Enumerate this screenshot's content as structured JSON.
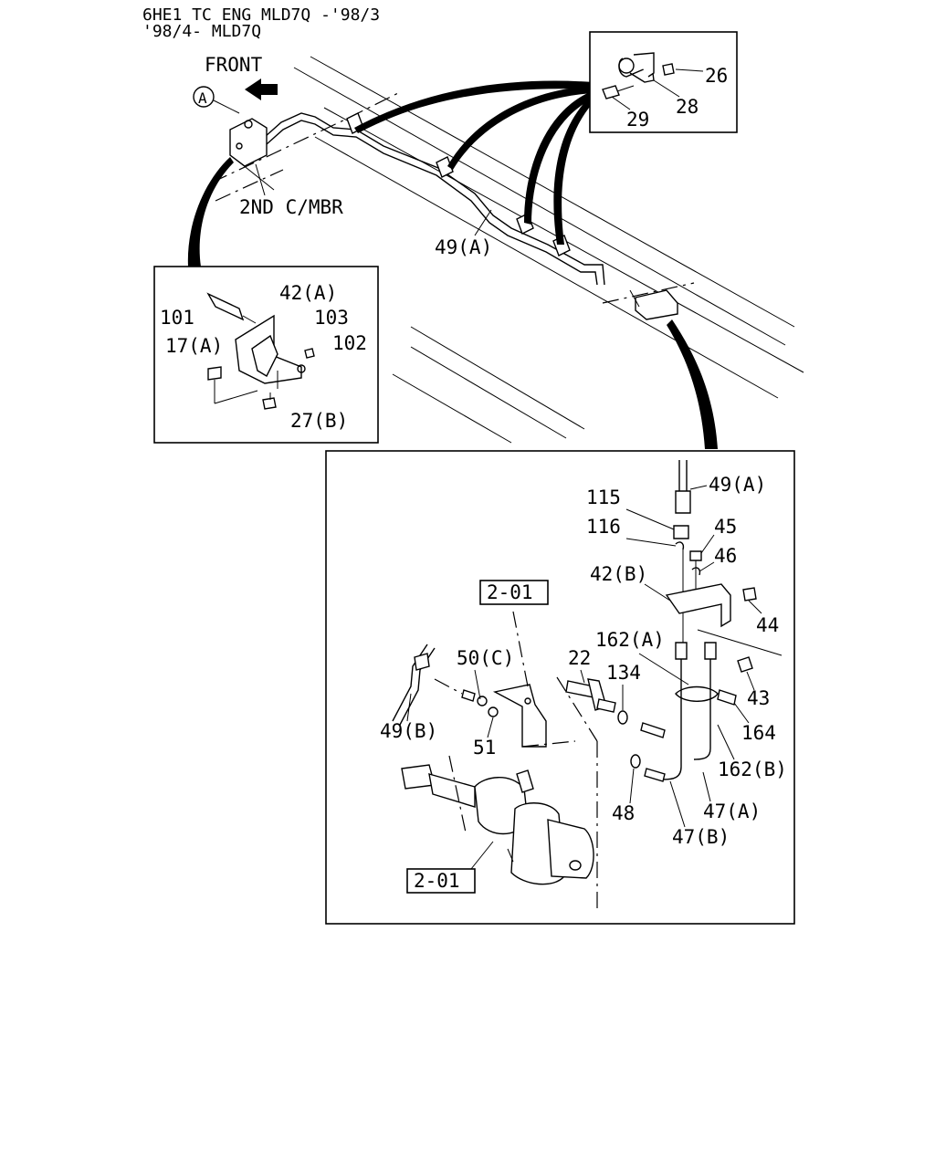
{
  "header": {
    "line1": "6HE1 TC ENG MLD7Q -'98/3",
    "line2": "'98/4- MLD7Q"
  },
  "overview": {
    "front_label": "FRONT",
    "view_marker": "A",
    "member_label": "2ND C/MBR",
    "pipe_label": "49(A)"
  },
  "clip_detail": {
    "labels": [
      "26",
      "28",
      "29"
    ]
  },
  "bracket_detail": {
    "labels": [
      "101",
      "42(A)",
      "103",
      "17(A)",
      "102",
      "27(B)"
    ]
  },
  "main_detail": {
    "labels": [
      "49(A)",
      "115",
      "116",
      "45",
      "46",
      "42(B)",
      "44",
      "2-01",
      "162(A)",
      "50(C)",
      "22",
      "134",
      "43",
      "49(B)",
      "51",
      "164",
      "162(B)",
      "48",
      "47(A)",
      "47(B)",
      "2-01"
    ]
  },
  "icons": [
    "front-arrow-icon",
    "view-marker-icon",
    "pipe-clip-icon",
    "bracket-icon",
    "brake-booster-icon",
    "three-way-connector-icon"
  ]
}
